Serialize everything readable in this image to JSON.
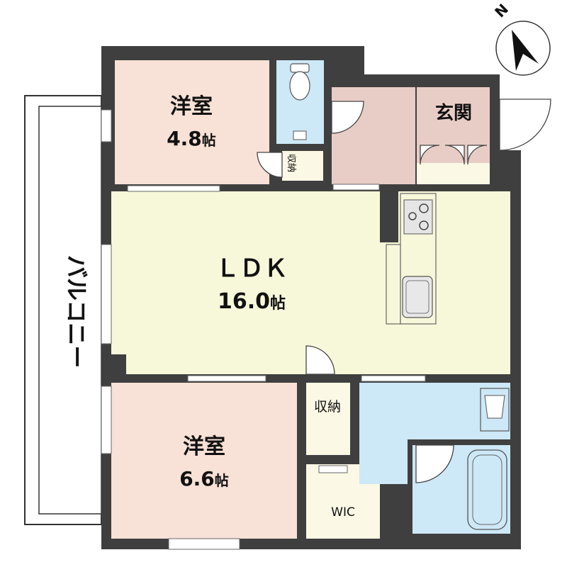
{
  "plan": {
    "balcony": "バルコニー",
    "rooms": {
      "western_top": {
        "name": "洋室",
        "size": "4.8",
        "unit": "帖"
      },
      "ldk": {
        "name": "ＬＤＫ",
        "size": "16.0",
        "unit": "帖"
      },
      "western_bottom": {
        "name": "洋室",
        "size": "6.6",
        "unit": "帖"
      },
      "entrance": {
        "name": "玄関"
      },
      "storage_top": {
        "name": "収納"
      },
      "storage_mid": {
        "name": "収納"
      },
      "wic": {
        "name": "WIC"
      }
    },
    "compass": "N",
    "colors": {
      "western_room": "#f8e1d6",
      "ldk": "#f7f8da",
      "wet_area": "#cde8f7",
      "hall": "#e8cdc6",
      "storage": "#fbf8e6",
      "wall": "#3f3f3f"
    }
  }
}
